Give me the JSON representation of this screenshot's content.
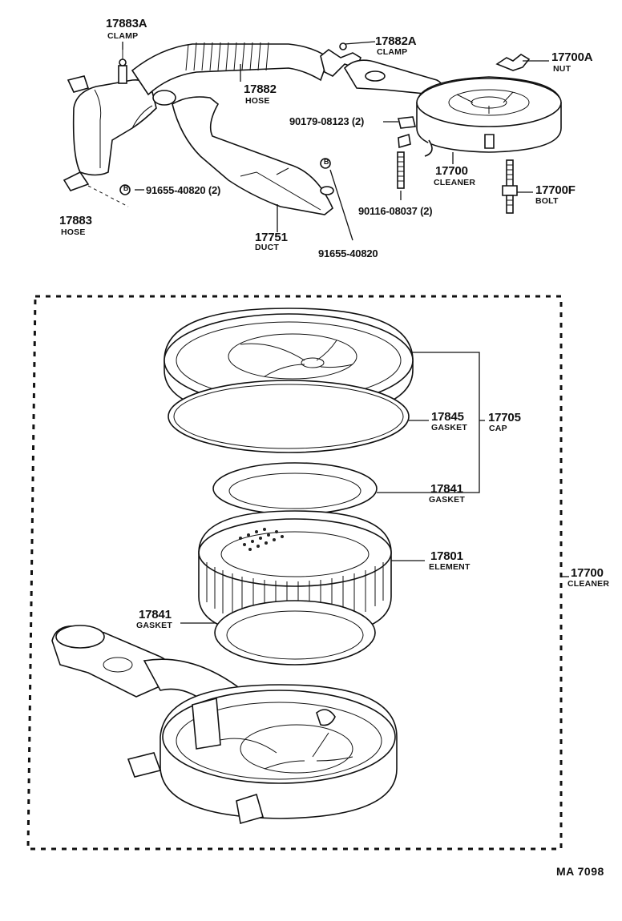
{
  "labels": {
    "p17883A": {
      "num": "17883A",
      "sub": "CLAMP"
    },
    "p17882A": {
      "num": "17882A",
      "sub": "CLAMP"
    },
    "p17700A": {
      "num": "17700A",
      "sub": "NUT"
    },
    "p17882": {
      "num": "17882",
      "sub": "HOSE"
    },
    "p90179": {
      "num": "90179-08123 (2)"
    },
    "p17700_top": {
      "num": "17700",
      "sub": "CLEANER"
    },
    "p17700F": {
      "num": "17700F",
      "sub": "BOLT"
    },
    "p90116": {
      "num": "90116-08037 (2)"
    },
    "p91655_2": {
      "marker": "B",
      "num": "91655-40820 (2)"
    },
    "p91655": {
      "marker": "B",
      "num": "91655-40820"
    },
    "p17883": {
      "num": "17883",
      "sub": "HOSE"
    },
    "p17751": {
      "num": "17751",
      "sub": "DUCT"
    },
    "p17845": {
      "num": "17845",
      "sub": "GASKET"
    },
    "p17705": {
      "num": "17705",
      "sub": "CAP"
    },
    "p17841_a": {
      "num": "17841",
      "sub": "GASKET"
    },
    "p17801": {
      "num": "17801",
      "sub": "ELEMENT"
    },
    "p17700_box": {
      "num": "17700",
      "sub": "CLEANER"
    },
    "p17841_b": {
      "num": "17841",
      "sub": "GASKET"
    }
  },
  "footer": {
    "code": "MA  7098"
  }
}
